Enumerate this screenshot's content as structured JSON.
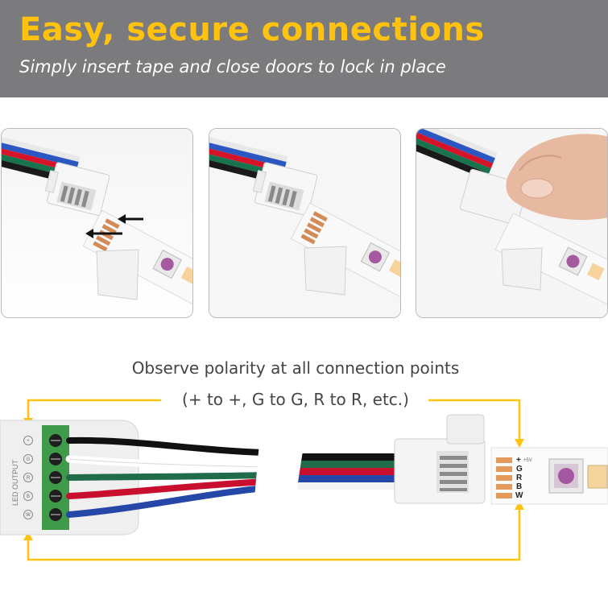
{
  "banner": {
    "title": "Easy, secure connections",
    "subtitle": "Simply insert tape and close doors to lock in place"
  },
  "steps": [
    {
      "name": "insert-tape",
      "icon": "arrow-icon"
    },
    {
      "name": "tape-inserted",
      "icon": "connector-icon"
    },
    {
      "name": "close-door",
      "icon": "finger-icon"
    }
  ],
  "diagram": {
    "observe_text": "Observe polarity at all connection points",
    "polarity_text": "(+ to +, G to G, R to R, etc.)",
    "controller_label": "LED OUTPUT",
    "controller_terminals": [
      "+",
      "G",
      "R",
      "B",
      "W"
    ],
    "strip_pins": [
      "+",
      "G",
      "R",
      "B",
      "W"
    ],
    "strip_pin_small": "+5V",
    "wire_colors": [
      "#111111",
      "#1f6b4a",
      "#c8102e",
      "#2547a8",
      "#ffffff"
    ],
    "accent_color": "#ffc20e"
  }
}
